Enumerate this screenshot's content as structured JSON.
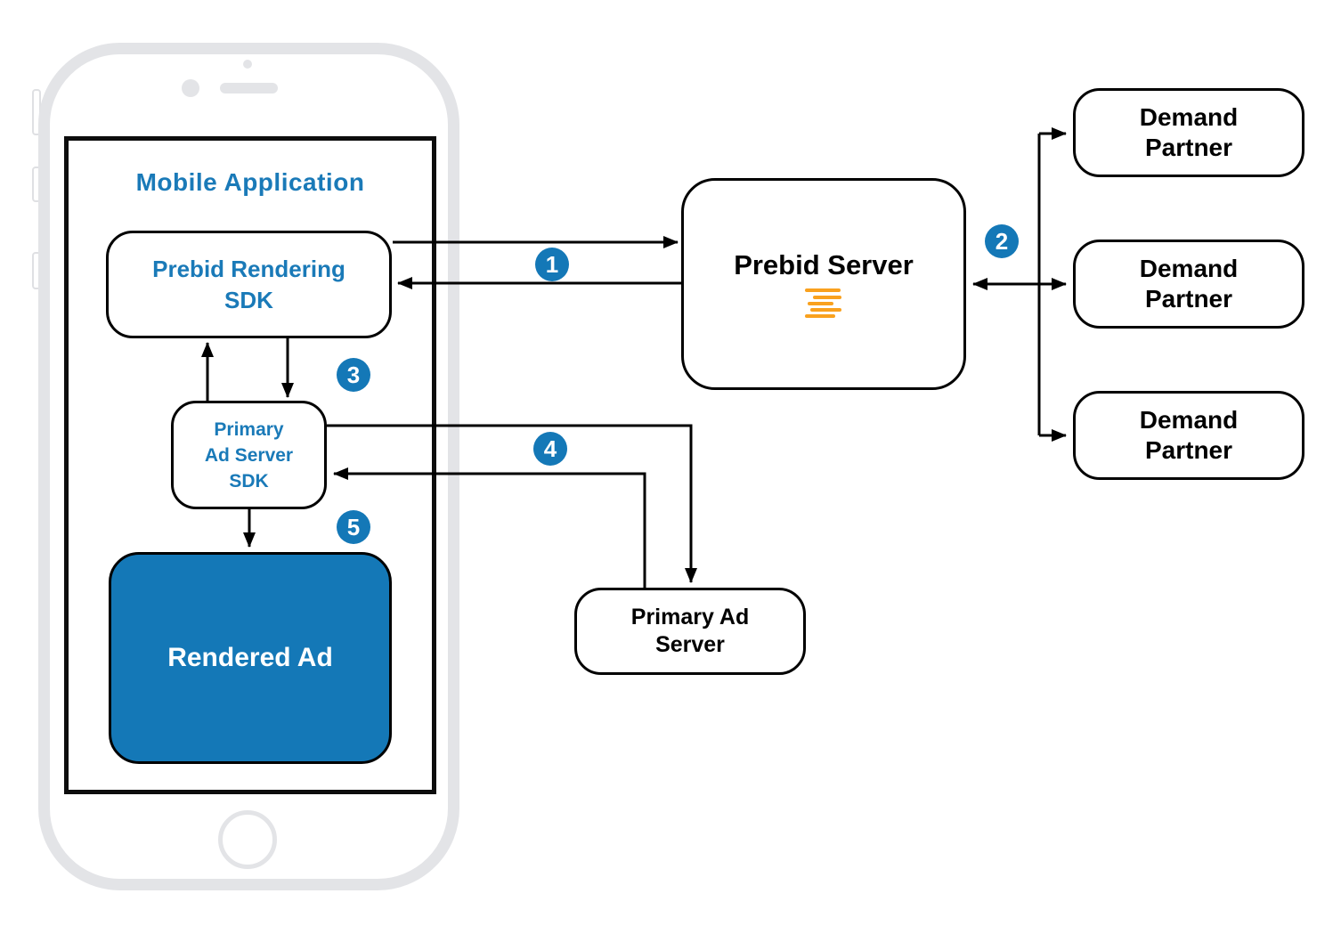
{
  "mobile_app": {
    "title": "Mobile Application"
  },
  "nodes": {
    "prebid_rendering_sdk": {
      "line1": "Prebid Rendering",
      "line2": "SDK"
    },
    "primary_ad_server_sdk": {
      "line1": "Primary",
      "line2": "Ad Server",
      "line3": "SDK"
    },
    "rendered_ad": {
      "label": "Rendered Ad"
    },
    "prebid_server": {
      "label": "Prebid Server"
    },
    "primary_ad_server": {
      "line1": "Primary Ad",
      "line2": "Server"
    },
    "demand_partners": [
      {
        "line1": "Demand",
        "line2": "Partner"
      },
      {
        "line1": "Demand",
        "line2": "Partner"
      },
      {
        "line1": "Demand",
        "line2": "Partner"
      }
    ]
  },
  "steps": [
    "1",
    "2",
    "3",
    "4",
    "5"
  ],
  "icons": {
    "prebid_logo": "prebid-orange-bars-logo"
  },
  "colors": {
    "accent_blue": "#1478b7",
    "text_blue": "#1a7ab8",
    "brand_orange": "#f9a11e",
    "phone_gray": "#e3e4e7",
    "line_black": "#000000"
  }
}
